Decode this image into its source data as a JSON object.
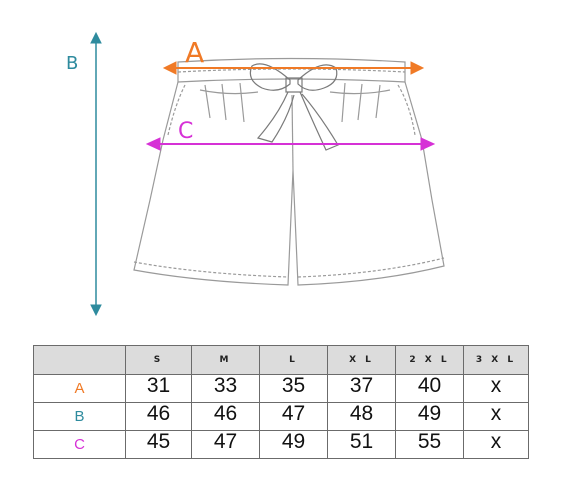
{
  "labels": {
    "a": {
      "text": "A",
      "color": "#f07a26"
    },
    "b": {
      "text": "B",
      "color": "#2e8b9e"
    },
    "c": {
      "text": "C",
      "color": "#d631d6"
    }
  },
  "table": {
    "headers": [
      "S",
      "M",
      "L",
      "X L",
      "2 X L",
      "3 X L"
    ],
    "rows": [
      {
        "label": "A",
        "color": "#f07a26",
        "values": [
          "31",
          "33",
          "35",
          "37",
          "40",
          "x"
        ]
      },
      {
        "label": "B",
        "color": "#2e8b9e",
        "values": [
          "46",
          "46",
          "47",
          "48",
          "49",
          "x"
        ]
      },
      {
        "label": "C",
        "color": "#d631d6",
        "values": [
          "45",
          "47",
          "49",
          "51",
          "55",
          "x"
        ]
      }
    ]
  }
}
